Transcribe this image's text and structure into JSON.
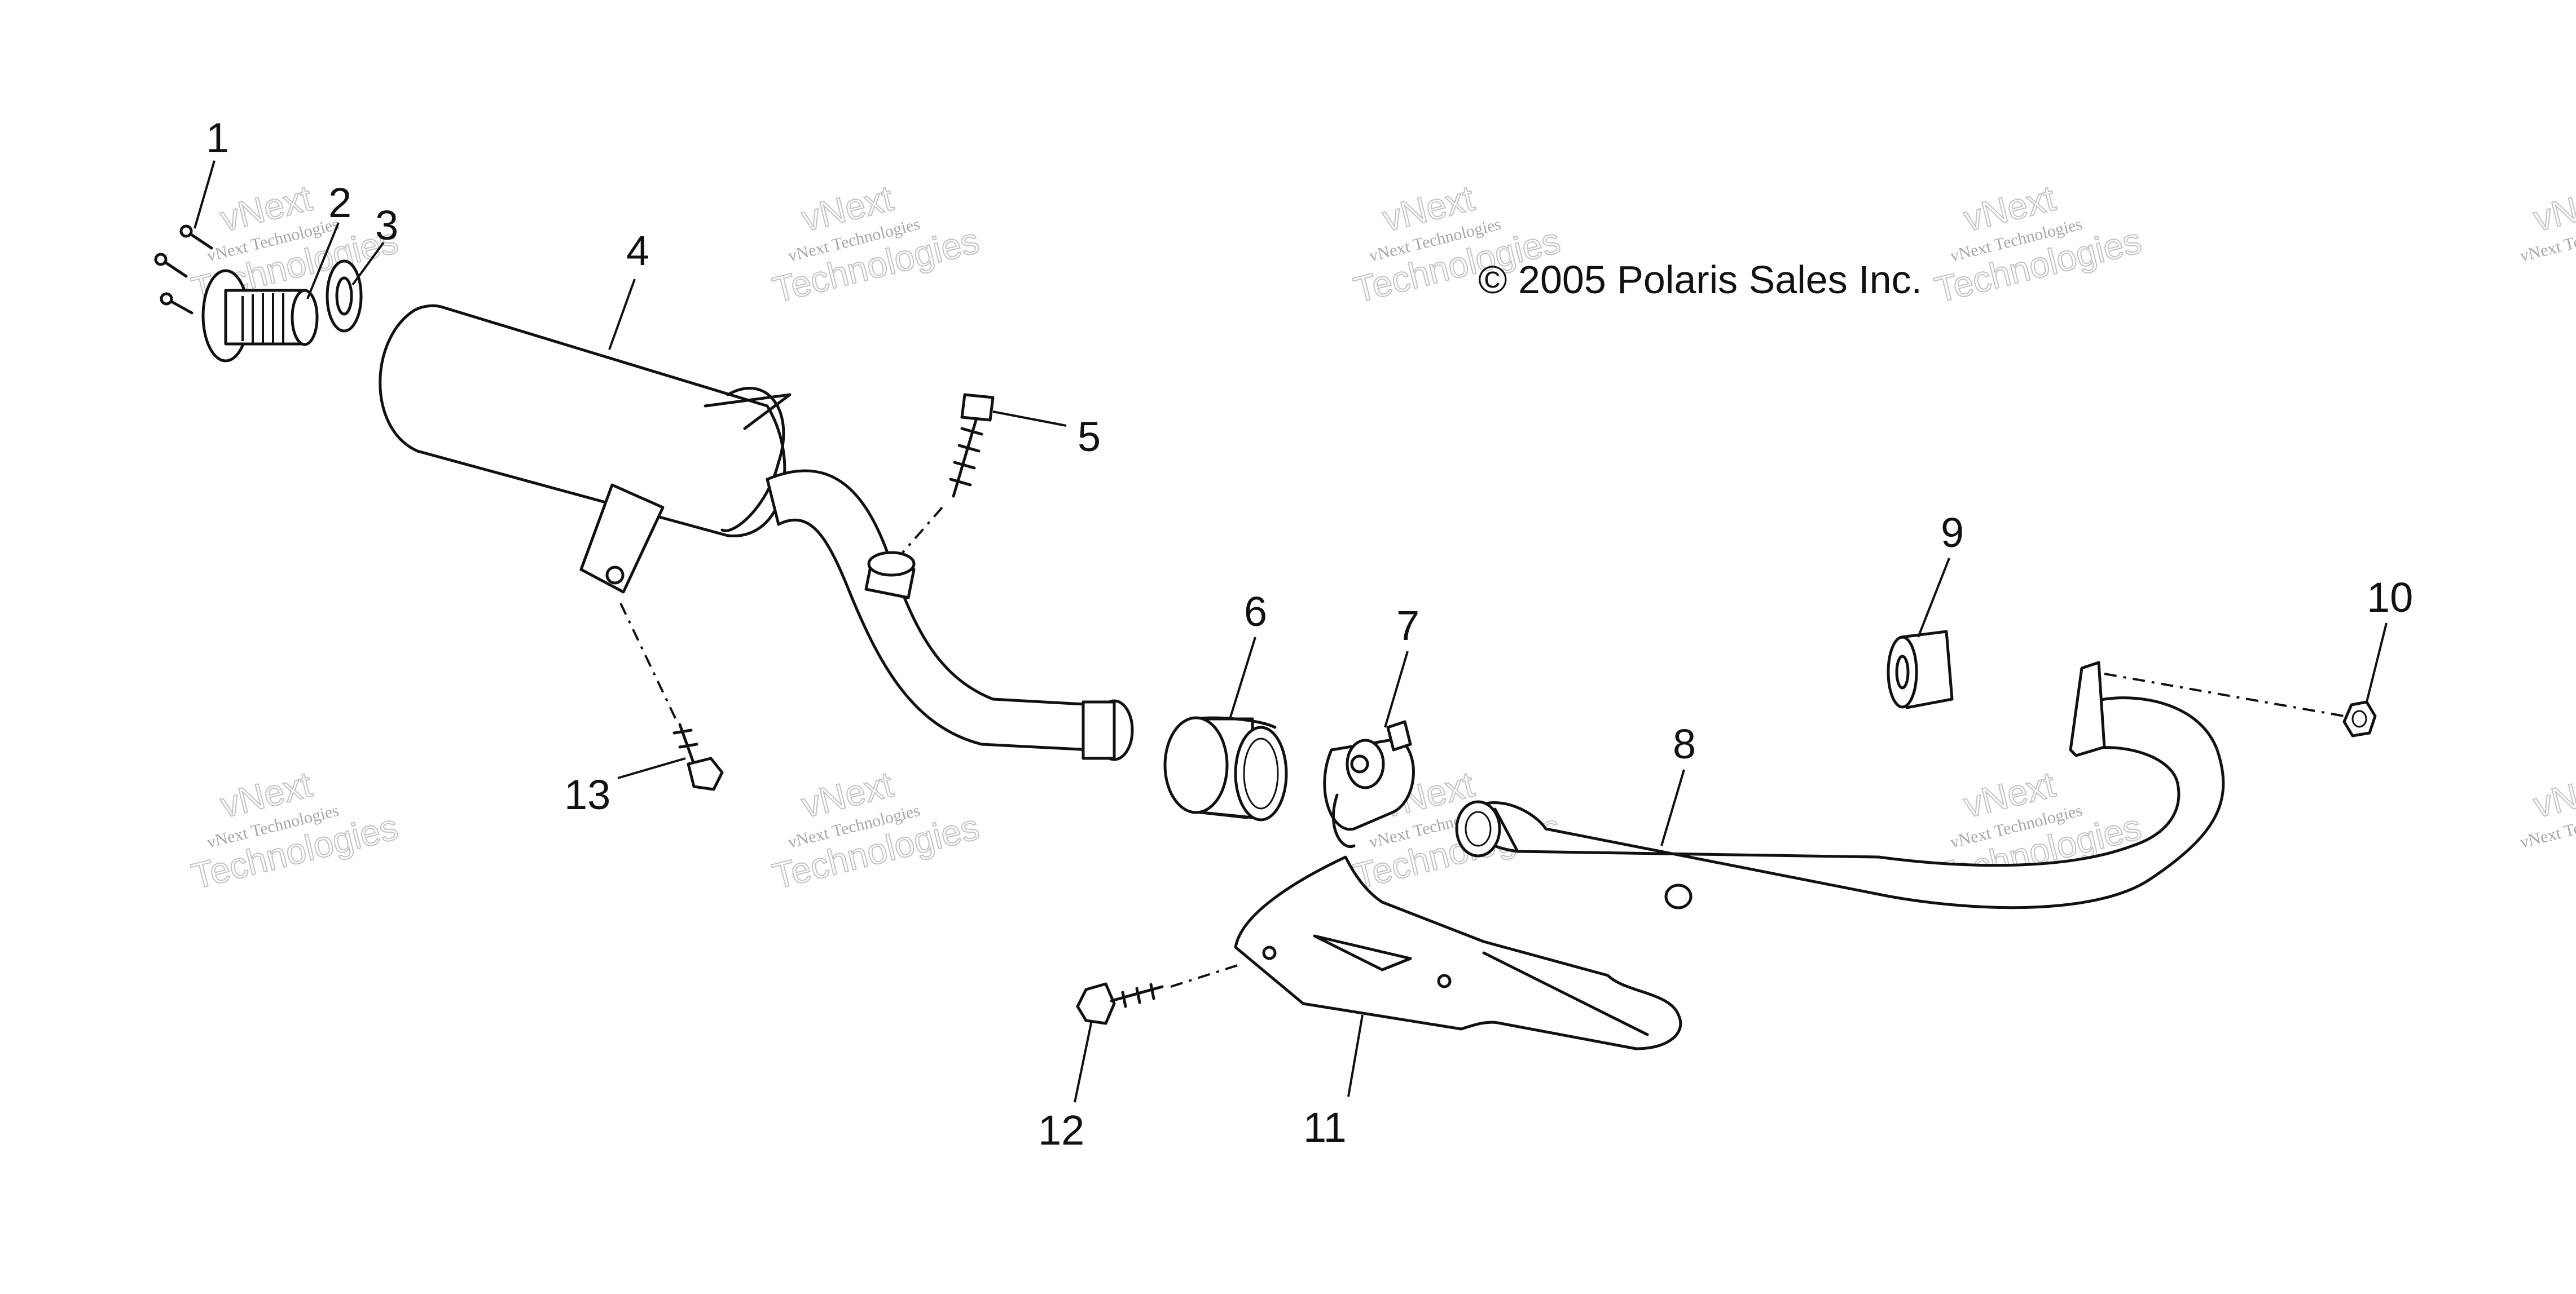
{
  "copyright": "© 2005 Polaris Sales Inc.",
  "watermark": {
    "line_small": "vNext Technologies",
    "line_big": "Technologies",
    "line_top": "vNext"
  },
  "callouts": [
    "1",
    "2",
    "3",
    "4",
    "5",
    "6",
    "7",
    "8",
    "9",
    "10",
    "11",
    "12",
    "13"
  ]
}
